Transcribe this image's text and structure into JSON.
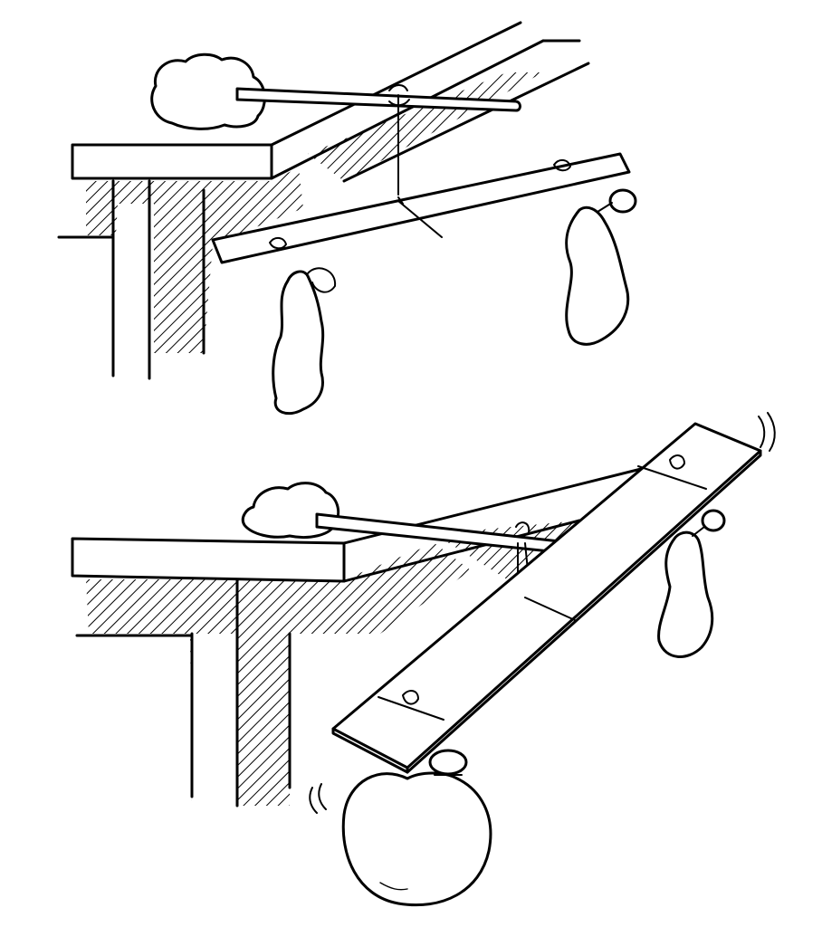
{
  "illustration": {
    "panels": [
      {
        "id": "balanced",
        "balloon_state": "deflated"
      },
      {
        "id": "tipped",
        "balloon_state": "inflated"
      }
    ],
    "colors": {
      "ink": "#000000",
      "paper": "#ffffff"
    }
  }
}
